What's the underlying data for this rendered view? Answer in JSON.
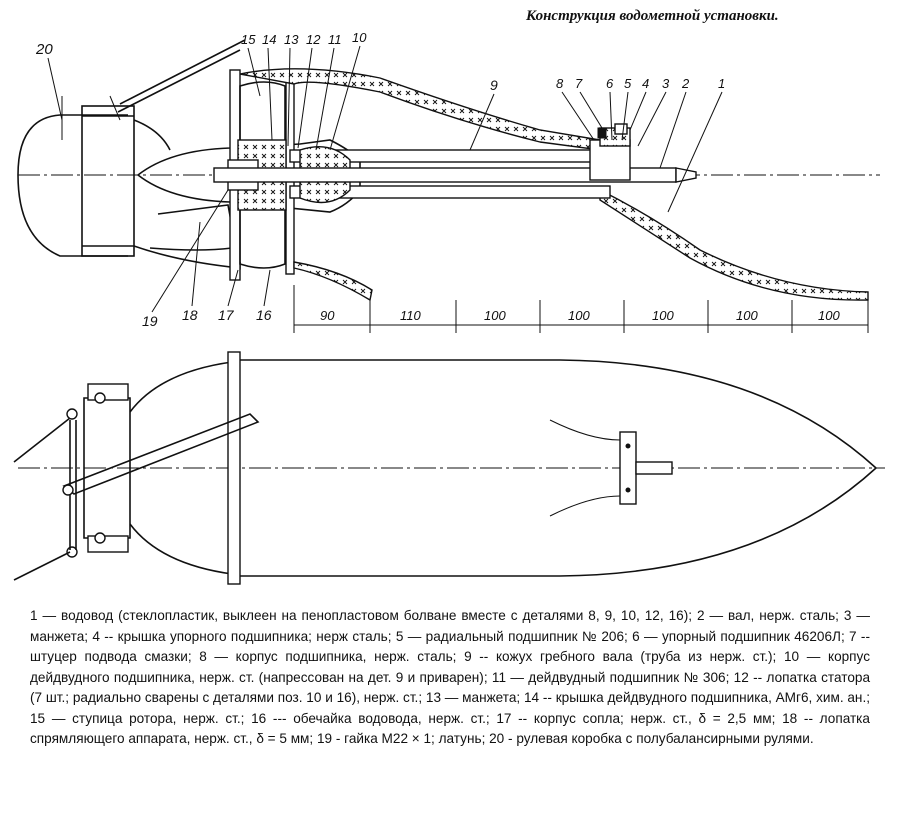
{
  "title": "Конструкция водометной установки.",
  "part_numbers_top": [
    "20",
    "15",
    "14",
    "13",
    "12",
    "11",
    "10",
    "9",
    "8",
    "7",
    "6",
    "5",
    "4",
    "3",
    "2",
    "1"
  ],
  "part_numbers_bottom": [
    "19",
    "18",
    "17",
    "16"
  ],
  "dimensions": [
    "90",
    "110",
    "100",
    "100",
    "100",
    "100",
    "100"
  ],
  "caption": "1 — водовод (стеклопластик, выклеен на пенопластовом болване вместе с деталями 8, 9, 10, 12, 16); 2 — вал, нерж. сталь; 3 — манжета; 4 -- крышка упорного подшипника; нерж сталь; 5 — радиальный подшипник № 206; 6 — упорный подшипник 46206Л; 7 -- штуцер подвода смазки; 8 — корпус подшипника, нерж. сталь; 9 -- кожух гребного вала (труба из нерж. ст.); 10 — корпус дейдвудного подшипника, нерж. ст. (напрессован на дет. 9 и приварен); 11 — дейдвудный подшипник № 306; 12 -- лопатка статора (7 шт.; радиально сварены с деталями поз. 10 и 16), нерж. ст.; 13 — манжета; 14 -- крышка дейдвудного подшипника, АМг6, хим. ан.; 15 — ступица ротора, нерж. ст.; 16 --- обечайка водовода, нерж. ст.; 17 -- корпус сопла; нерж. ст., δ = 2,5 мм; 18 -- лопатка спрямляющего аппарата, нерж. ст., δ = 5 мм; 19 - гайка М22 × 1; латунь; 20 - рулевая коробка с полубалансирными рулями."
}
